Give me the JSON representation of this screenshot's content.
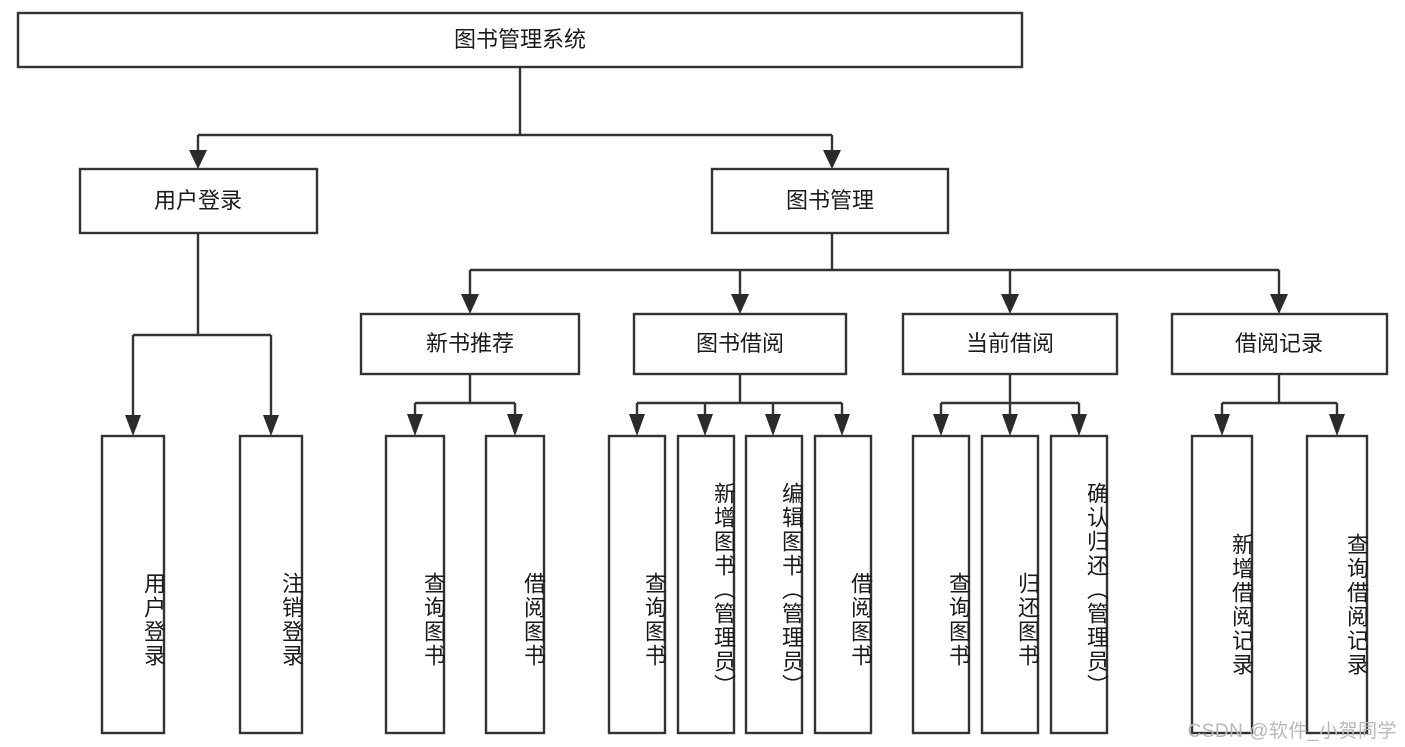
{
  "diagram": {
    "type": "tree",
    "title": "图书管理系统",
    "watermark": "CSDN @软件_小贺同学",
    "colors": {
      "box_stroke": "#333333",
      "box_fill": "#ffffff",
      "text": "#1a1a1a",
      "arrow": "#2b2b2b",
      "watermark": "#b8b8b8",
      "background": "#ffffff"
    },
    "levels": {
      "root": {
        "label": "图书管理系统"
      },
      "level2": [
        {
          "label": "用户登录"
        },
        {
          "label": "图书管理"
        }
      ],
      "level3": [
        {
          "label": "新书推荐"
        },
        {
          "label": "图书借阅"
        },
        {
          "label": "当前借阅"
        },
        {
          "label": "借阅记录"
        }
      ],
      "leaves": [
        {
          "label": "用户登录",
          "parent": "用户登录"
        },
        {
          "label": "注销登录",
          "parent": "用户登录"
        },
        {
          "label": "查询图书",
          "parent": "新书推荐"
        },
        {
          "label": "借阅图书",
          "parent": "新书推荐"
        },
        {
          "label": "查询图书",
          "parent": "图书借阅"
        },
        {
          "label": "新增图书（管理员）",
          "parent": "图书借阅"
        },
        {
          "label": "编辑图书（管理员）",
          "parent": "图书借阅"
        },
        {
          "label": "借阅图书",
          "parent": "图书借阅"
        },
        {
          "label": "查询图书",
          "parent": "当前借阅"
        },
        {
          "label": "归还图书",
          "parent": "当前借阅"
        },
        {
          "label": "确认归还（管理员）",
          "parent": "当前借阅"
        },
        {
          "label": "新增借阅记录",
          "parent": "借阅记录"
        },
        {
          "label": "查询借阅记录",
          "parent": "借阅记录"
        }
      ]
    }
  }
}
